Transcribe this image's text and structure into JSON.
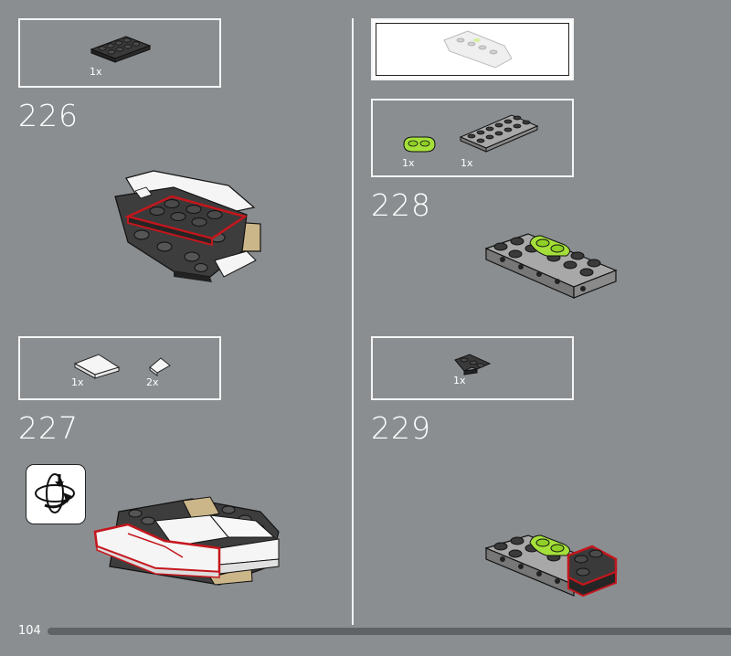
{
  "page": {
    "number": "104"
  },
  "steps": [
    {
      "number": "226",
      "parts": [
        {
          "qty": "1x",
          "color": "dark-gray",
          "name": "plate-2x4"
        }
      ]
    },
    {
      "number": "227",
      "parts": [
        {
          "qty": "1x",
          "color": "white",
          "name": "wedge-plate"
        },
        {
          "qty": "2x",
          "color": "white",
          "name": "slope-tile"
        }
      ],
      "rotate_icon": "rotate-model-icon"
    },
    {
      "number": "228",
      "parts": [
        {
          "qty": "1x",
          "color": "lime",
          "name": "plate-1x2-rounded"
        },
        {
          "qty": "1x",
          "color": "gray",
          "name": "plate-2x6"
        }
      ]
    },
    {
      "number": "229",
      "parts": [
        {
          "qty": "1x",
          "color": "dark-gray",
          "name": "corner-plate"
        }
      ]
    }
  ],
  "colors": {
    "background": "#8a8e91",
    "highlight": "#c4161c",
    "lime": "#a5e03a",
    "tan": "#cbb68a"
  }
}
